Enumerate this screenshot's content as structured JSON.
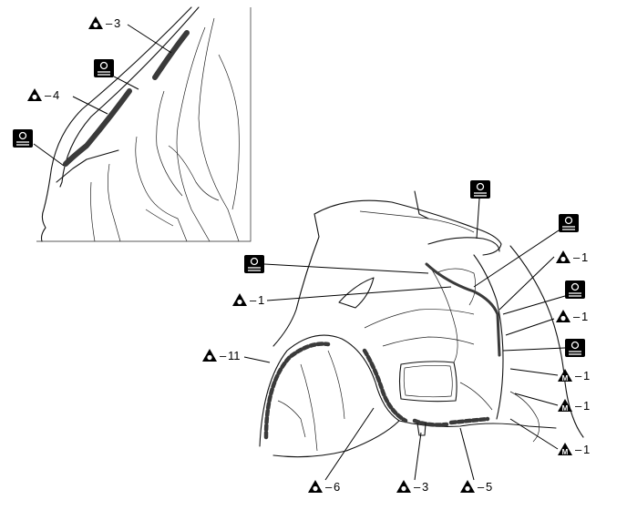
{
  "figure": {
    "inset_view": {
      "labels": [
        {
          "id": "inset-3",
          "text": "3"
        },
        {
          "id": "inset-4",
          "text": "4"
        }
      ]
    },
    "main_view": {
      "labels": [
        {
          "id": "main-1a",
          "text": "1"
        },
        {
          "id": "main-1b",
          "text": "1"
        },
        {
          "id": "main-1c",
          "text": "1"
        },
        {
          "id": "main-m1a",
          "text": "1"
        },
        {
          "id": "main-m1b",
          "text": "1"
        },
        {
          "id": "main-m1c",
          "text": "1"
        },
        {
          "id": "main-11",
          "text": "11"
        },
        {
          "id": "main-6",
          "text": "6"
        },
        {
          "id": "main-3",
          "text": "3"
        },
        {
          "id": "main-5",
          "text": "5"
        }
      ]
    },
    "symbols": {
      "triangle_o": "O",
      "triangle_m": "M",
      "dash": "–",
      "badge_icon": "sealer-gun-icon"
    }
  }
}
